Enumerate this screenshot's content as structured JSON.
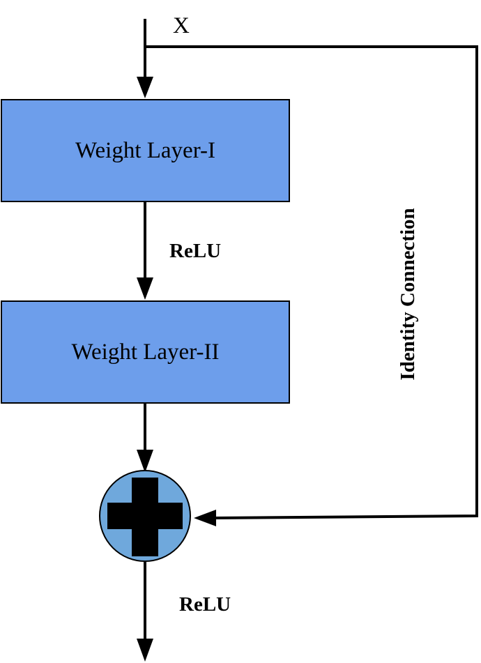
{
  "input_label": "X",
  "layers": [
    {
      "label": "Weight Layer-I"
    },
    {
      "label": "Weight Layer-II"
    }
  ],
  "activations": [
    {
      "label": "ReLU"
    },
    {
      "label": "ReLU"
    }
  ],
  "skip_connection_label": "Identity Connection",
  "operation": "addition-icon",
  "colors": {
    "layer_fill": "#6d9eeb",
    "adder_fill": "#6fa8dc",
    "line": "#000000"
  }
}
